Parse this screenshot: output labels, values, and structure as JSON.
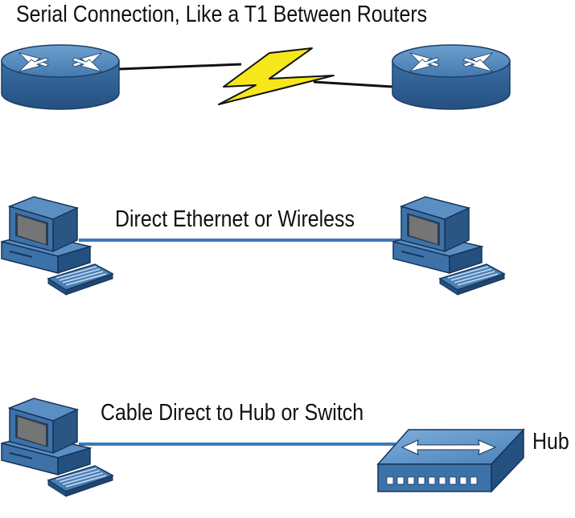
{
  "title": "Serial Connection, Like a T1 Between Routers",
  "connections": [
    {
      "label": "Direct Ethernet or Wireless"
    },
    {
      "label": "Cable Direct to Hub or Switch",
      "device_label": "Hub"
    }
  ],
  "colors": {
    "device_blue": "#3d72a8",
    "device_dark": "#1f4a78",
    "link_line": "#3a7ab8",
    "lightning": "#f5e71a",
    "monitor_screen": "#6f6f6f"
  },
  "icons": [
    "router-icon",
    "router-icon",
    "lightning-bolt-icon",
    "computer-icon",
    "computer-icon",
    "computer-icon",
    "hub-icon"
  ]
}
